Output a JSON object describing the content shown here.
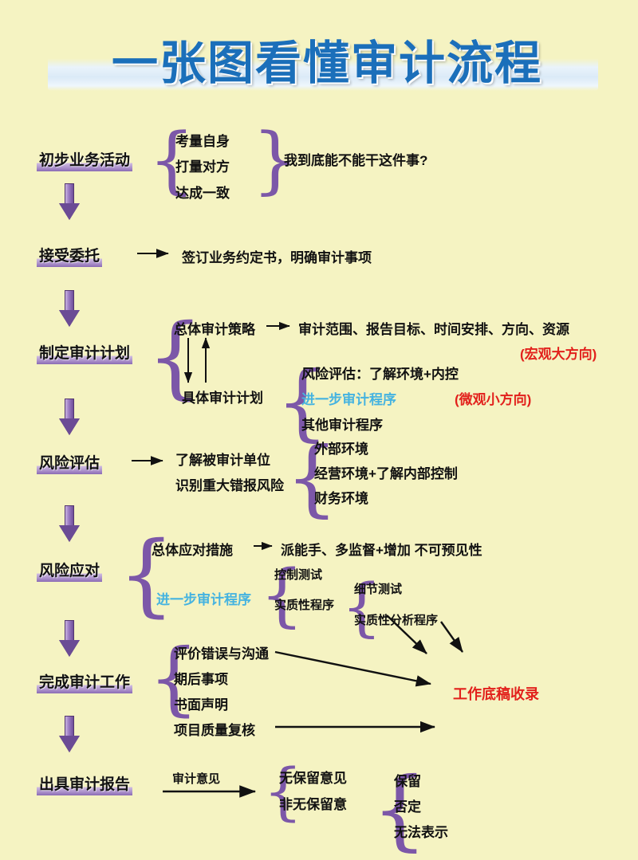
{
  "poster": {
    "title": "一张图看懂审计流程",
    "background_color": "#f5f3c2",
    "title_color": "#1b6fba",
    "accent_purple": "#7c57a8",
    "accent_cyan": "#45b3e0",
    "accent_red": "#e2211c"
  },
  "steps": [
    {
      "id": "preliminary",
      "label": "初步业务活动",
      "items": [
        "考量自身",
        "打量对方",
        "达成一致"
      ],
      "conclusion": "我到底能不能干这件事?"
    },
    {
      "id": "accept",
      "label": "接受委托",
      "arrow": "→",
      "detail": "签订业务约定书，明确审计事项"
    },
    {
      "id": "plan",
      "label": "制定审计计划",
      "strategy_label": "总体审计策略",
      "strategy_arrow": "→",
      "strategy_detail": "审计范围、报告目标、时间安排、方向、资源",
      "strategy_note": "(宏观大方向)",
      "detail_label": "具体审计计划",
      "detail_items": [
        "风险评估：了解环境+内控",
        "进一步审计程序",
        "其他审计程序"
      ],
      "detail_note": "(微观小方向)",
      "updown": "↓ ↑"
    },
    {
      "id": "risk-assess",
      "label": "风险评估",
      "arrow": "→",
      "items": [
        "了解被审计单位",
        "识别重大错报风险"
      ],
      "sub_items": [
        "外部环境",
        "经营环境+了解内部控制",
        "财务环境"
      ]
    },
    {
      "id": "risk-response",
      "label": "风险应对",
      "overall_label": "总体应对措施",
      "overall_arrow": "→",
      "overall_detail": "派能手、多监督+增加  不可预见性",
      "further_label": "进一步审计程序",
      "further_items": [
        "控制测试",
        "实质性程序"
      ],
      "substantive_items": [
        "细节测试",
        "实质性分析程序"
      ]
    },
    {
      "id": "complete",
      "label": "完成审计工作",
      "items": [
        "评价错误与沟通",
        "期后事项",
        "书面声明",
        "项目质量复核"
      ],
      "outcome": "工作底稿收录"
    },
    {
      "id": "report",
      "label": "出具审计报告",
      "arrow_label": "审计意见",
      "opinions": [
        "无保留意见",
        "非无保留意"
      ],
      "modified_types": [
        "保留",
        "否定",
        "无法表示"
      ]
    }
  ],
  "icons": {
    "down_arrow": "down-arrow-icon",
    "right_arrow": "right-arrow-icon",
    "brace_open": "{",
    "brace_close": "}"
  }
}
